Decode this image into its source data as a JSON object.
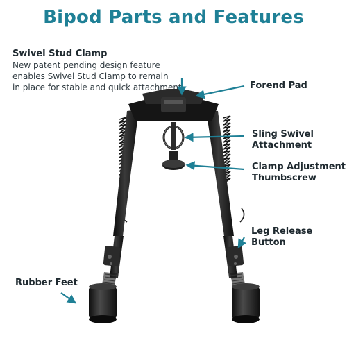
{
  "title": "Bipod Parts and Features",
  "accent_color": "#1f8096",
  "swivel": {
    "label": "Swivel Stud Clamp",
    "desc_lines": [
      "New patent pending design feature",
      "enables Swivel Stud Clamp to remain",
      "in place for stable and quick attachment."
    ]
  },
  "forend": {
    "label": "Forend Pad"
  },
  "sling": {
    "label_lines": [
      "Sling Swivel",
      "Attachment"
    ]
  },
  "clamp": {
    "label_lines": [
      "Clamp Adjustment",
      "Thumbscrew"
    ]
  },
  "leg_release": {
    "label_lines": [
      "Leg Release",
      "Button"
    ]
  },
  "rubber": {
    "label": "Rubber Feet"
  }
}
